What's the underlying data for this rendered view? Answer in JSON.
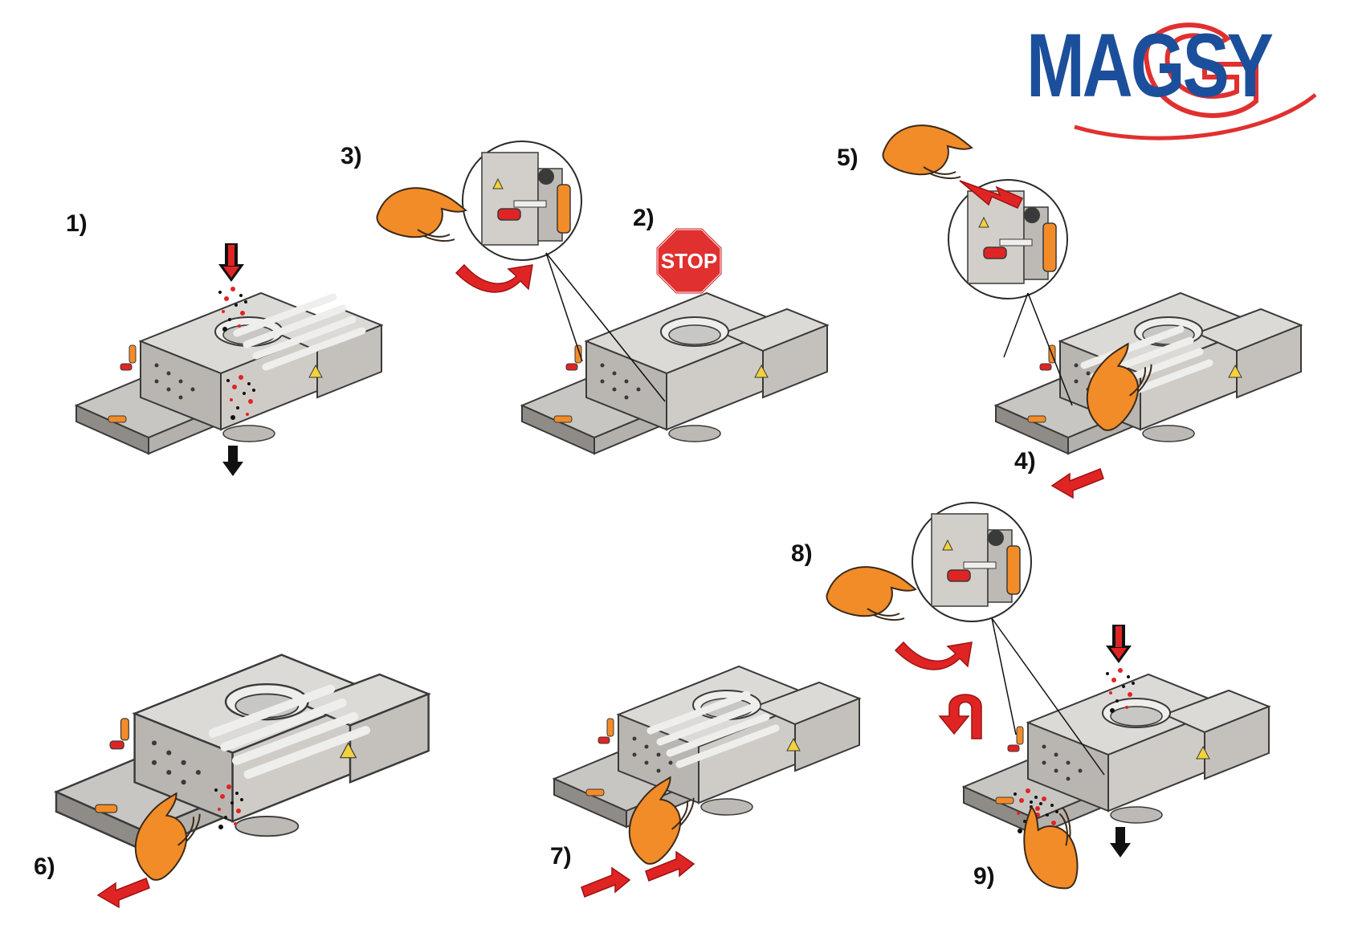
{
  "brand": {
    "logo_text": "MAGSY",
    "primary_color": "#1c4f9b",
    "accent_color": "#e03030"
  },
  "steps": [
    {
      "label": "1)"
    },
    {
      "label": "2)"
    },
    {
      "label": "3)"
    },
    {
      "label": "4)"
    },
    {
      "label": "5)"
    },
    {
      "label": "6)"
    },
    {
      "label": "7)"
    },
    {
      "label": "8)"
    },
    {
      "label": "9)"
    }
  ],
  "stop_sign": {
    "text": "STOP",
    "color": "#e03030"
  },
  "colors": {
    "housing": "#d6d4d0",
    "housing_dark": "#a9a6a1",
    "outline": "#3a3a3a",
    "hand": "#f28c28",
    "arrow_red": "#e02424",
    "particles": "#e02424",
    "drawer": "#c8c6c2"
  },
  "icons": [
    "hand-icon",
    "curved-arrow-icon",
    "straight-arrow-icon",
    "down-arrow-icon",
    "stop-sign-icon",
    "magnifier-detail-icon"
  ]
}
